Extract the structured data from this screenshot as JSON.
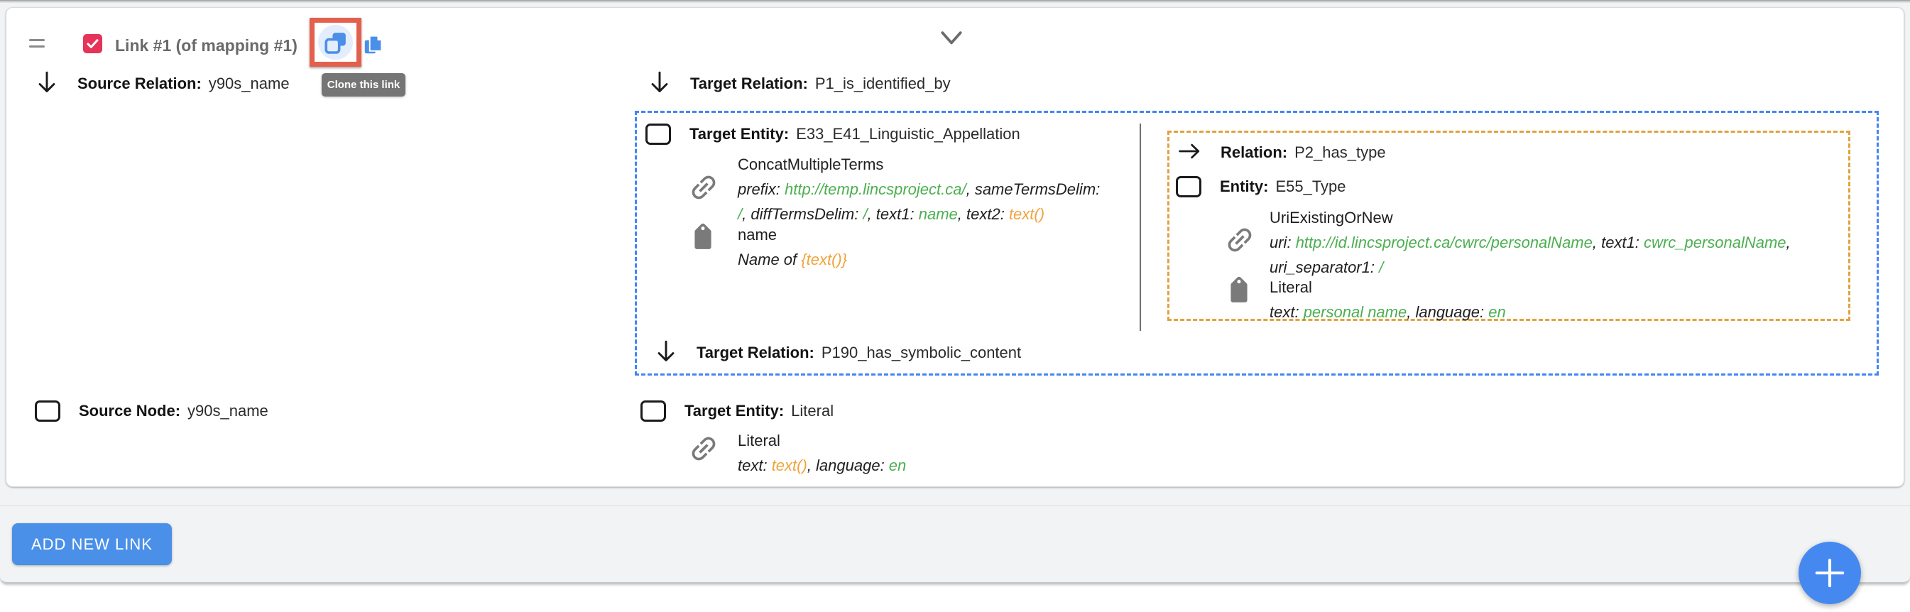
{
  "colors": {
    "accent_blue": "#4a8fe9",
    "entity_border_blue": "#4285f4",
    "intermediate_border_orange": "#e0a23f",
    "checkbox_red": "#e6335a",
    "highlight_red": "#e2604c",
    "green_value": "#4caf50",
    "orange_value": "#f0a43c"
  },
  "header": {
    "title": "Link #1 (of mapping #1)",
    "clone_tooltip": "Clone this link"
  },
  "source": {
    "relation_label": "Source Relation:",
    "relation_value": "y90s_name",
    "node_label": "Source Node:",
    "node_value": "y90s_name"
  },
  "target": {
    "relation1_label": "Target Relation:",
    "relation1_value": "P1_is_identified_by",
    "entity1_label": "Target Entity:",
    "entity1_value": "E33_E41_Linguistic_Appellation",
    "instance_generator": {
      "name": "ConcatMultipleTerms",
      "params": [
        {
          "t": "prefix: "
        },
        {
          "t": "http://temp.lincsproject.ca/",
          "c": "green"
        },
        {
          "t": ", sameTermsDelim: "
        },
        {
          "t": "/",
          "c": "green"
        },
        {
          "t": ", diffTermsDelim: "
        },
        {
          "t": "/",
          "c": "green"
        },
        {
          "t": ", text1: "
        },
        {
          "t": "name",
          "c": "green"
        },
        {
          "t": ", text2: "
        },
        {
          "t": "text()",
          "c": "orange"
        }
      ]
    },
    "label_generator": {
      "name": "name",
      "params": [
        {
          "t": "Name of "
        },
        {
          "t": "{text()}",
          "c": "orange"
        }
      ]
    },
    "relation2_label": "Target Relation:",
    "relation2_value": "P190_has_symbolic_content",
    "entity2_label": "Target Entity:",
    "entity2_value": "Literal",
    "entity2_generator": {
      "name": "Literal",
      "params": [
        {
          "t": "text: "
        },
        {
          "t": "text()",
          "c": "orange"
        },
        {
          "t": ", language: "
        },
        {
          "t": "en",
          "c": "green"
        }
      ]
    }
  },
  "intermediate": {
    "relation_label": "Relation:",
    "relation_value": "P2_has_type",
    "entity_label": "Entity:",
    "entity_value": "E55_Type",
    "instance_generator": {
      "name": "UriExistingOrNew",
      "params": [
        {
          "t": "uri: "
        },
        {
          "t": "http://id.lincsproject.ca/cwrc/personalName",
          "c": "green"
        },
        {
          "t": ", text1: "
        },
        {
          "t": "cwrc_personalName",
          "c": "green"
        },
        {
          "t": ", uri_separator1: "
        },
        {
          "t": "/",
          "c": "green"
        }
      ]
    },
    "label_generator": {
      "name": "Literal",
      "params": [
        {
          "t": "text: "
        },
        {
          "t": "personal name",
          "c": "green"
        },
        {
          "t": ", language: "
        },
        {
          "t": "en",
          "c": "green"
        }
      ]
    }
  },
  "footer": {
    "add_link_button": "ADD NEW LINK"
  }
}
